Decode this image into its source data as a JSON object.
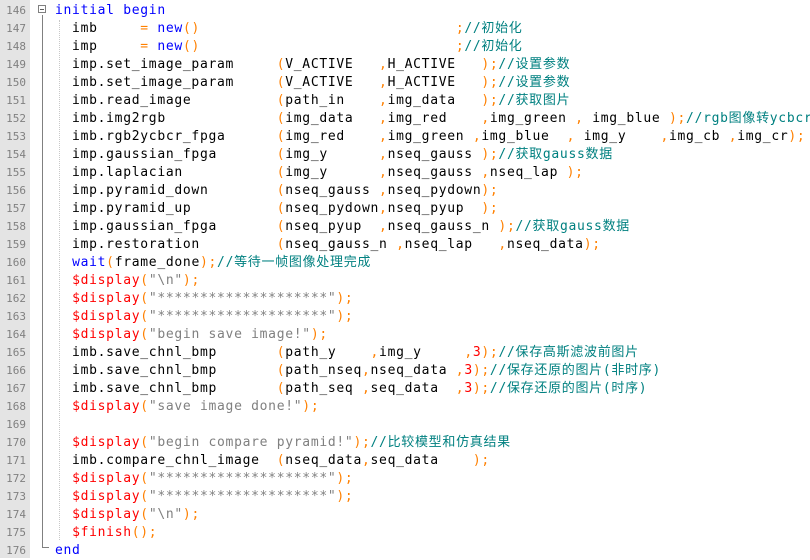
{
  "colors": {
    "keyword": "#0000ff",
    "system_task": "#ff0000",
    "string": "#808080",
    "punctuation": "#ff8000",
    "number": "#ff0000",
    "comment": "#008080",
    "text": "#000000",
    "gutter_bg": "#e4e4e4",
    "line_number": "#808080"
  },
  "fold_icon": "minus-box-icon",
  "lines": [
    {
      "n": "146",
      "tokens": [
        [
          "kw",
          "initial begin"
        ]
      ]
    },
    {
      "n": "147",
      "tokens": [
        [
          "t",
          "  imb     "
        ],
        [
          "pun",
          "="
        ],
        [
          "t",
          " "
        ],
        [
          "fn",
          "new"
        ],
        [
          "pun",
          "()"
        ],
        [
          "t",
          "                              "
        ],
        [
          "pun",
          ";"
        ],
        [
          "cm",
          "//初始化"
        ]
      ]
    },
    {
      "n": "148",
      "tokens": [
        [
          "t",
          "  imp     "
        ],
        [
          "pun",
          "="
        ],
        [
          "t",
          " "
        ],
        [
          "fn",
          "new"
        ],
        [
          "pun",
          "()"
        ],
        [
          "t",
          "                              "
        ],
        [
          "pun",
          ";"
        ],
        [
          "cm",
          "//初始化"
        ]
      ]
    },
    {
      "n": "149",
      "tokens": [
        [
          "t",
          "  imp.set_image_param     "
        ],
        [
          "pun",
          "("
        ],
        [
          "t",
          "V_ACTIVE   "
        ],
        [
          "pun",
          ","
        ],
        [
          "t",
          "H_ACTIVE   "
        ],
        [
          "pun",
          ");"
        ],
        [
          "cm",
          "//设置参数"
        ]
      ]
    },
    {
      "n": "150",
      "tokens": [
        [
          "t",
          "  imb.set_image_param     "
        ],
        [
          "pun",
          "("
        ],
        [
          "t",
          "V_ACTIVE   "
        ],
        [
          "pun",
          ","
        ],
        [
          "t",
          "H_ACTIVE   "
        ],
        [
          "pun",
          ");"
        ],
        [
          "cm",
          "//设置参数"
        ]
      ]
    },
    {
      "n": "151",
      "tokens": [
        [
          "t",
          "  imb.read_image          "
        ],
        [
          "pun",
          "("
        ],
        [
          "t",
          "path_in    "
        ],
        [
          "pun",
          ","
        ],
        [
          "t",
          "img_data   "
        ],
        [
          "pun",
          ");"
        ],
        [
          "cm",
          "//获取图片"
        ]
      ]
    },
    {
      "n": "152",
      "tokens": [
        [
          "t",
          "  imb.img2rgb             "
        ],
        [
          "pun",
          "("
        ],
        [
          "t",
          "img_data   "
        ],
        [
          "pun",
          ","
        ],
        [
          "t",
          "img_red    "
        ],
        [
          "pun",
          ","
        ],
        [
          "t",
          "img_green "
        ],
        [
          "pun",
          ","
        ],
        [
          "t",
          " img_blue "
        ],
        [
          "pun",
          ");"
        ],
        [
          "cm",
          "//rgb图像转ycbcr图像"
        ]
      ]
    },
    {
      "n": "153",
      "tokens": [
        [
          "t",
          "  imb.rgb2ycbcr_fpga      "
        ],
        [
          "pun",
          "("
        ],
        [
          "t",
          "img_red    "
        ],
        [
          "pun",
          ","
        ],
        [
          "t",
          "img_green "
        ],
        [
          "pun",
          ","
        ],
        [
          "t",
          "img_blue  "
        ],
        [
          "pun",
          ","
        ],
        [
          "t",
          " img_y    "
        ],
        [
          "pun",
          ","
        ],
        [
          "t",
          "img_cb "
        ],
        [
          "pun",
          ","
        ],
        [
          "t",
          "img_cr"
        ],
        [
          "pun",
          ");"
        ]
      ]
    },
    {
      "n": "154",
      "tokens": [
        [
          "t",
          "  imp.gaussian_fpga       "
        ],
        [
          "pun",
          "("
        ],
        [
          "t",
          "img_y      "
        ],
        [
          "pun",
          ","
        ],
        [
          "t",
          "nseq_gauss "
        ],
        [
          "pun",
          ");"
        ],
        [
          "cm",
          "//获取gauss数据"
        ]
      ]
    },
    {
      "n": "155",
      "tokens": [
        [
          "t",
          "  imp.laplacian           "
        ],
        [
          "pun",
          "("
        ],
        [
          "t",
          "img_y      "
        ],
        [
          "pun",
          ","
        ],
        [
          "t",
          "nseq_gauss "
        ],
        [
          "pun",
          ","
        ],
        [
          "t",
          "nseq_lap "
        ],
        [
          "pun",
          ");"
        ]
      ]
    },
    {
      "n": "156",
      "tokens": [
        [
          "t",
          "  imp.pyramid_down        "
        ],
        [
          "pun",
          "("
        ],
        [
          "t",
          "nseq_gauss "
        ],
        [
          "pun",
          ","
        ],
        [
          "t",
          "nseq_pydown"
        ],
        [
          "pun",
          ");"
        ]
      ]
    },
    {
      "n": "157",
      "tokens": [
        [
          "t",
          "  imp.pyramid_up          "
        ],
        [
          "pun",
          "("
        ],
        [
          "t",
          "nseq_pydown"
        ],
        [
          "pun",
          ","
        ],
        [
          "t",
          "nseq_pyup  "
        ],
        [
          "pun",
          ");"
        ]
      ]
    },
    {
      "n": "158",
      "tokens": [
        [
          "t",
          "  imp.gaussian_fpga       "
        ],
        [
          "pun",
          "("
        ],
        [
          "t",
          "nseq_pyup  "
        ],
        [
          "pun",
          ","
        ],
        [
          "t",
          "nseq_gauss_n "
        ],
        [
          "pun",
          ");"
        ],
        [
          "cm",
          "//获取gauss数据"
        ]
      ]
    },
    {
      "n": "159",
      "tokens": [
        [
          "t",
          "  imp.restoration         "
        ],
        [
          "pun",
          "("
        ],
        [
          "t",
          "nseq_gauss_n "
        ],
        [
          "pun",
          ","
        ],
        [
          "t",
          "nseq_lap   "
        ],
        [
          "pun",
          ","
        ],
        [
          "t",
          "nseq_data"
        ],
        [
          "pun",
          ");"
        ]
      ]
    },
    {
      "n": "160",
      "tokens": [
        [
          "t",
          "  "
        ],
        [
          "fn",
          "wait"
        ],
        [
          "pun",
          "("
        ],
        [
          "t",
          "frame_done"
        ],
        [
          "pun",
          ");"
        ],
        [
          "cm",
          "//等待一帧图像处理完成"
        ]
      ]
    },
    {
      "n": "161",
      "tokens": [
        [
          "t",
          "  "
        ],
        [
          "sys",
          "$display"
        ],
        [
          "pun",
          "("
        ],
        [
          "str",
          "\"\\n\""
        ],
        [
          "pun",
          ");"
        ]
      ]
    },
    {
      "n": "162",
      "tokens": [
        [
          "t",
          "  "
        ],
        [
          "sys",
          "$display"
        ],
        [
          "pun",
          "("
        ],
        [
          "str",
          "\"********************\""
        ],
        [
          "pun",
          ");"
        ]
      ]
    },
    {
      "n": "163",
      "tokens": [
        [
          "t",
          "  "
        ],
        [
          "sys",
          "$display"
        ],
        [
          "pun",
          "("
        ],
        [
          "str",
          "\"********************\""
        ],
        [
          "pun",
          ");"
        ]
      ]
    },
    {
      "n": "164",
      "tokens": [
        [
          "t",
          "  "
        ],
        [
          "sys",
          "$display"
        ],
        [
          "pun",
          "("
        ],
        [
          "str",
          "\"begin save image!\""
        ],
        [
          "pun",
          ");"
        ]
      ]
    },
    {
      "n": "165",
      "tokens": [
        [
          "t",
          "  imb.save_chnl_bmp       "
        ],
        [
          "pun",
          "("
        ],
        [
          "t",
          "path_y    "
        ],
        [
          "pun",
          ","
        ],
        [
          "t",
          "img_y     "
        ],
        [
          "pun",
          ","
        ],
        [
          "num",
          "3"
        ],
        [
          "pun",
          ");"
        ],
        [
          "cm",
          "//保存高斯滤波前图片"
        ]
      ]
    },
    {
      "n": "166",
      "tokens": [
        [
          "t",
          "  imb.save_chnl_bmp       "
        ],
        [
          "pun",
          "("
        ],
        [
          "t",
          "path_nseq"
        ],
        [
          "pun",
          ","
        ],
        [
          "t",
          "nseq_data "
        ],
        [
          "pun",
          ","
        ],
        [
          "num",
          "3"
        ],
        [
          "pun",
          ");"
        ],
        [
          "cm",
          "//保存还原的图片(非时序)"
        ]
      ]
    },
    {
      "n": "167",
      "tokens": [
        [
          "t",
          "  imb.save_chnl_bmp       "
        ],
        [
          "pun",
          "("
        ],
        [
          "t",
          "path_seq "
        ],
        [
          "pun",
          ","
        ],
        [
          "t",
          "seq_data  "
        ],
        [
          "pun",
          ","
        ],
        [
          "num",
          "3"
        ],
        [
          "pun",
          ");"
        ],
        [
          "cm",
          "//保存还原的图片(时序)"
        ]
      ]
    },
    {
      "n": "168",
      "tokens": [
        [
          "t",
          "  "
        ],
        [
          "sys",
          "$display"
        ],
        [
          "pun",
          "("
        ],
        [
          "str",
          "\"save image done!\""
        ],
        [
          "pun",
          ");"
        ]
      ]
    },
    {
      "n": "169",
      "tokens": []
    },
    {
      "n": "170",
      "tokens": [
        [
          "t",
          "  "
        ],
        [
          "sys",
          "$display"
        ],
        [
          "pun",
          "("
        ],
        [
          "str",
          "\"begin compare pyramid!\""
        ],
        [
          "pun",
          ");"
        ],
        [
          "cm",
          "//比较模型和仿真结果"
        ]
      ]
    },
    {
      "n": "171",
      "tokens": [
        [
          "t",
          "  imb.compare_chnl_image  "
        ],
        [
          "pun",
          "("
        ],
        [
          "t",
          "nseq_data"
        ],
        [
          "pun",
          ","
        ],
        [
          "t",
          "seq_data    "
        ],
        [
          "pun",
          ");"
        ]
      ]
    },
    {
      "n": "172",
      "tokens": [
        [
          "t",
          "  "
        ],
        [
          "sys",
          "$display"
        ],
        [
          "pun",
          "("
        ],
        [
          "str",
          "\"********************\""
        ],
        [
          "pun",
          ");"
        ]
      ]
    },
    {
      "n": "173",
      "tokens": [
        [
          "t",
          "  "
        ],
        [
          "sys",
          "$display"
        ],
        [
          "pun",
          "("
        ],
        [
          "str",
          "\"********************\""
        ],
        [
          "pun",
          ");"
        ]
      ]
    },
    {
      "n": "174",
      "tokens": [
        [
          "t",
          "  "
        ],
        [
          "sys",
          "$display"
        ],
        [
          "pun",
          "("
        ],
        [
          "str",
          "\"\\n\""
        ],
        [
          "pun",
          ");"
        ]
      ]
    },
    {
      "n": "175",
      "tokens": [
        [
          "t",
          "  "
        ],
        [
          "sys",
          "$finish"
        ],
        [
          "pun",
          "();"
        ]
      ]
    },
    {
      "n": "176",
      "tokens": [
        [
          "kw",
          "end"
        ]
      ]
    }
  ]
}
